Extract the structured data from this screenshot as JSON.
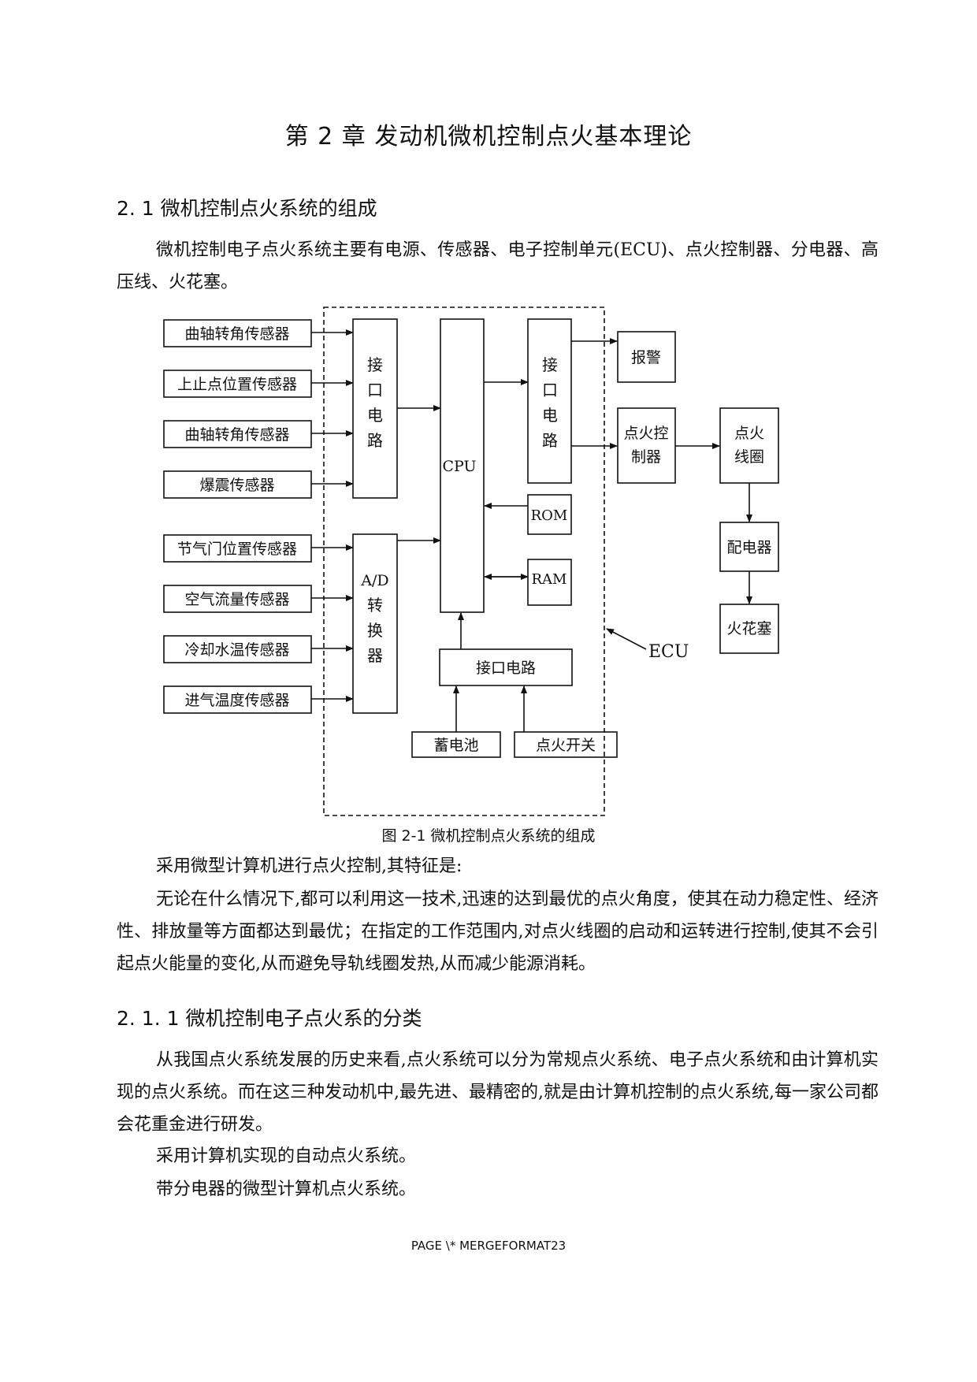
{
  "chapter": {
    "title": "第 2 章    发动机微机控制点火基本理论"
  },
  "section_2_1": {
    "heading": "2. 1    微机控制点火系统的组成",
    "para1": "微机控制电子点火系统主要有电源、传感器、电子控制单元(ECU)、点火控制器、分电器、高压线、火花塞。"
  },
  "figure": {
    "caption": "图 2-1 微机控制点火系统的组成",
    "sensors": [
      "曲轴转角传感器",
      "上止点位置传感器",
      "曲轴转角传感器",
      "爆震传感器",
      "节气门位置传感器",
      "空气流量传感器",
      "冷却水温传感器",
      "进气温度传感器"
    ],
    "interface_in": [
      "接",
      "口",
      "电",
      "路"
    ],
    "ad_converter": [
      "A/D",
      "转",
      "换",
      "器"
    ],
    "cpu": "CPU",
    "interface_out": [
      "接",
      "口",
      "电",
      "路"
    ],
    "rom": "ROM",
    "ram": "RAM",
    "interface_bottom": "接口电路",
    "battery": "蓄电池",
    "ignition_switch": "点火开关",
    "alarm": "报警",
    "igniter": [
      "点火控",
      "制器"
    ],
    "coil": [
      "点火",
      "线圈"
    ],
    "distributor": "配电器",
    "spark_plug": "火花塞",
    "ecu_label": "ECU"
  },
  "text_after_figure": {
    "para1": "采用微型计算机进行点火控制,其特征是:",
    "para2": "无论在什么情况下,都可以利用这一技术,迅速的达到最优的点火角度，使其在动力稳定性、经济性、排放量等方面都达到最优；在指定的工作范围内,对点火线圈的启动和运转进行控制,使其不会引起点火能量的变化,从而避免导轨线圈发热,从而减少能源消耗。"
  },
  "section_2_1_1": {
    "heading": "2. 1. 1    微机控制电子点火系的分类",
    "para1": "从我国点火系统发展的历史来看,点火系统可以分为常规点火系统、电子点火系统和由计算机实现的点火系统。而在这三种发动机中,最先进、最精密的,就是由计算机控制的点火系统,每一家公司都会花重金进行研发。",
    "para2": "采用计算机实现的自动点火系统。",
    "para3": "带分电器的微型计算机点火系统。"
  },
  "footer": {
    "text": "PAGE   \\* MERGEFORMAT23"
  }
}
